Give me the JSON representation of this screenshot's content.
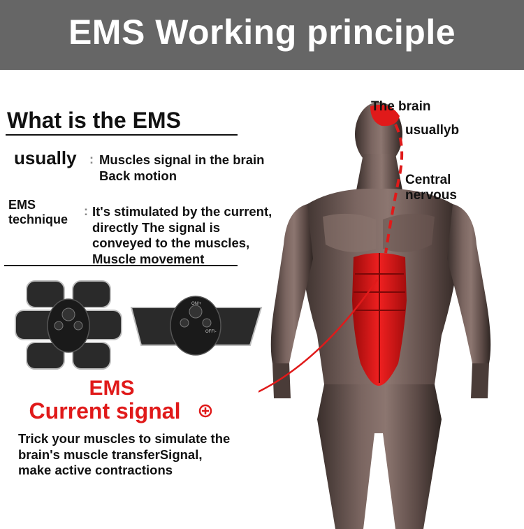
{
  "header": {
    "title": "EMS Working principle",
    "background": "#666666"
  },
  "intro": {
    "title": "What is the EMS"
  },
  "usually": {
    "label": "usually",
    "lines": [
      "Muscles signal in the brain",
      "Back motion"
    ]
  },
  "technique": {
    "label_lines": [
      "EMS",
      "technique"
    ],
    "lines": [
      "It's stimulated by the current,",
      "directly The signal is",
      "conveyed to the muscles,",
      "Muscle movement"
    ]
  },
  "signal": {
    "line1": "EMS",
    "line2": "Current signal",
    "color": "#e01a1a"
  },
  "description": {
    "lines": [
      "Trick your muscles to simulate the",
      "brain's muscle transferSignal,",
      "make active contractions"
    ]
  },
  "body_labels": {
    "brain": "The brain",
    "usually": "usuallyb",
    "central_lines": [
      "Central",
      "nervous"
    ]
  },
  "device_buttons": {
    "on": "ON/+",
    "off": "OFF/-"
  },
  "icons": {
    "body": "human-body-figure",
    "pad_large": "ems-abs-pad",
    "pad_small": "ems-belt-pad",
    "signal_plus": "plus-circle-icon"
  }
}
